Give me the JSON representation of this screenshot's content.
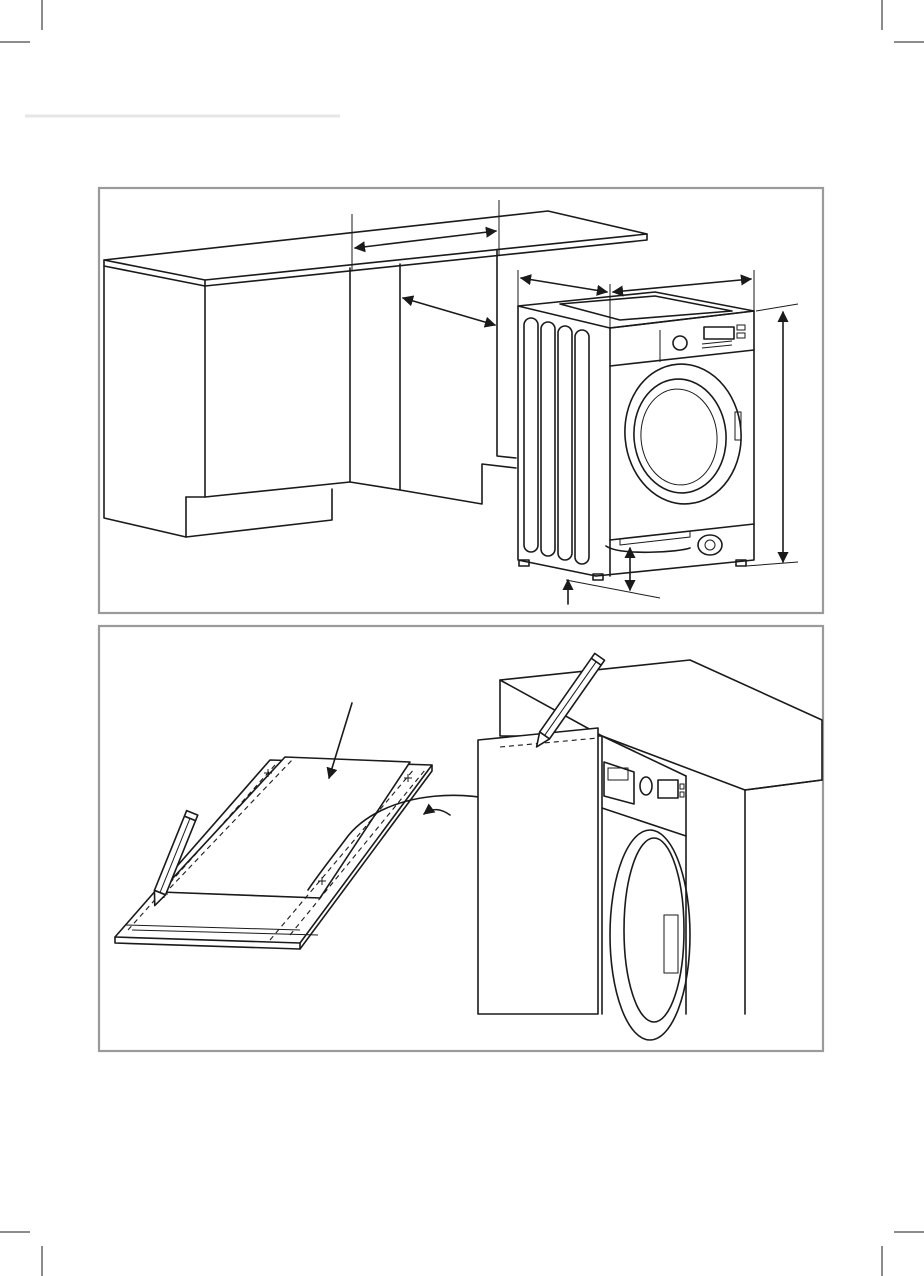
{
  "page": {
    "background": "#ffffff",
    "line_color": "#1a1a1a",
    "frame_color": "#9a9a9a"
  },
  "figures": [
    {
      "name": "installation-dimensions-figure",
      "shows": [
        "kitchen-cabinet-row",
        "worktop",
        "washing-machine",
        "dimension-arrows"
      ]
    },
    {
      "name": "door-panel-marking-figure",
      "shows": [
        "door-panel",
        "pencil",
        "washing-machine-built-in",
        "transfer-arrow"
      ]
    }
  ],
  "icons": [
    "pencil-icon",
    "arrow-icon",
    "dimension-arrow-icon",
    "washing-machine-icon",
    "crop-mark-icon"
  ]
}
